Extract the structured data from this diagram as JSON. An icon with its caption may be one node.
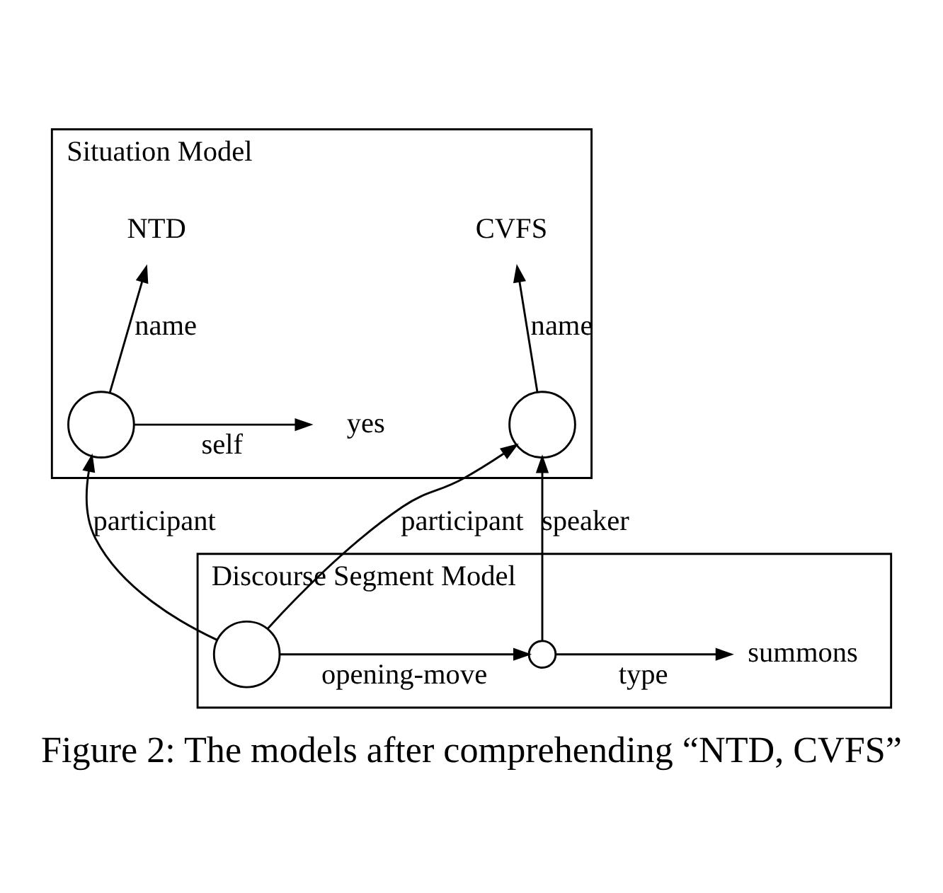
{
  "diagram": {
    "caption": "Figure 2: The models after comprehending “NTD, CVFS”",
    "nodes": [
      {
        "text": [
          "Situation Model"
        ]
      },
      {
        "text": [
          "NTD"
        ],
        "in": 0
      },
      {
        "text": [],
        "shape": "circle",
        "in": 0
      },
      {
        "text": [
          "yes"
        ],
        "in": 0
      },
      {
        "text": [
          "CVFS"
        ],
        "in": 0
      },
      {
        "text": [],
        "shape": "circle",
        "in": 0
      },
      {
        "text": [
          "Discourse Segment Model"
        ]
      },
      {
        "text": [],
        "shape": "circle",
        "in": 6
      },
      {
        "text": [],
        "shape": "circle",
        "in": 6
      },
      {
        "text": [
          "summons"
        ],
        "in": 6
      }
    ],
    "edges": [
      {
        "from": 2,
        "to": 1,
        "arrow": "to",
        "label": "name"
      },
      {
        "from": 2,
        "to": 3,
        "arrow": "to",
        "label": "self"
      },
      {
        "from": 5,
        "to": 4,
        "arrow": "to",
        "label": "name"
      },
      {
        "from": 7,
        "to": 2,
        "arrow": "to",
        "label": "participant"
      },
      {
        "from": 7,
        "to": 5,
        "arrow": "to",
        "label": "participant"
      },
      {
        "from": 7,
        "to": 8,
        "arrow": "to",
        "label": "opening-move"
      },
      {
        "from": 8,
        "to": 9,
        "arrow": "to",
        "label": "type"
      },
      {
        "from": 8,
        "to": 5,
        "arrow": "to",
        "label": "speaker"
      }
    ]
  }
}
